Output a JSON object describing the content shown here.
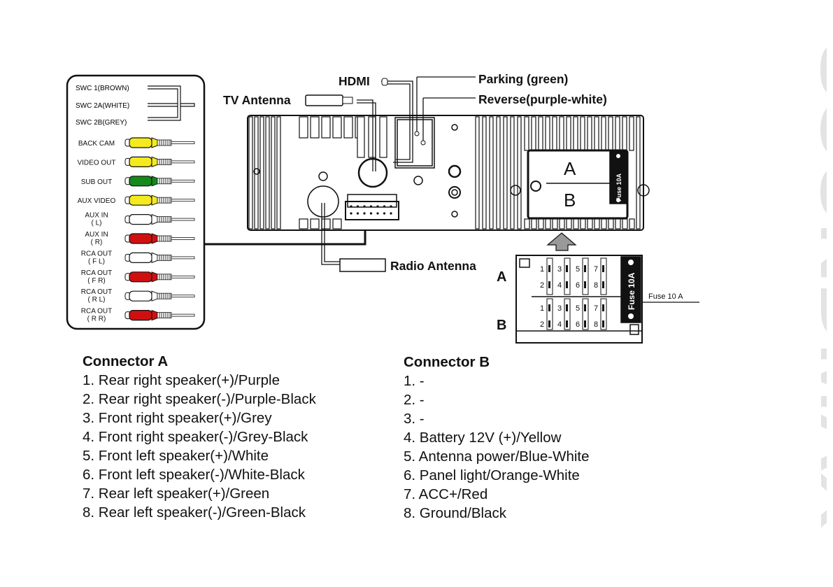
{
  "brand": {
    "name": "SOUNDMAX",
    "color": "#e3e3e3"
  },
  "rca_panel": {
    "swc": [
      {
        "label": "SWC 1(BROWN)"
      },
      {
        "label": "SWC 2A(WHITE)"
      },
      {
        "label": "SWC 2B(GREY)"
      }
    ],
    "rca": [
      {
        "label1": "BACK CAM",
        "label2": "",
        "color": "#f5ea1f"
      },
      {
        "label1": "VIDEO OUT",
        "label2": "",
        "color": "#f5ea1f"
      },
      {
        "label1": "SUB OUT",
        "label2": "",
        "color": "#138a1a"
      },
      {
        "label1": "AUX VIDEO",
        "label2": "",
        "color": "#f5ea1f"
      },
      {
        "label1": "AUX IN",
        "label2": "( L)",
        "color": "#ffffff"
      },
      {
        "label1": "AUX IN",
        "label2": "( R)",
        "color": "#d01010"
      },
      {
        "label1": "RCA OUT",
        "label2": "( F L)",
        "color": "#ffffff"
      },
      {
        "label1": "RCA OUT",
        "label2": "( F R)",
        "color": "#d01010"
      },
      {
        "label1": "RCA OUT",
        "label2": "( R L)",
        "color": "#ffffff"
      },
      {
        "label1": "RCA OUT",
        "label2": "( R R)",
        "color": "#d01010"
      }
    ]
  },
  "callouts": {
    "hdmi": "HDMI",
    "tv_antenna": "TV Antenna",
    "parking": "Parking (green)",
    "reverse": "Reverse(purple-white)",
    "radio_antenna": "Radio Antenna",
    "fuse_side": "Fuse 10 A"
  },
  "iso_connector": {
    "block_a": "A",
    "block_b": "B",
    "fuse_label": "Fuse 10A",
    "pins_top": [
      "1",
      "3",
      "5",
      "7"
    ],
    "pins_bottom": [
      "2",
      "4",
      "6",
      "8"
    ]
  },
  "connector_a": {
    "title": "Connector A",
    "items": [
      "1. Rear right speaker(+)/Purple",
      "2. Rear right speaker(-)/Purple-Black",
      "3. Front right speaker(+)/Grey",
      "4. Front right speaker(-)/Grey-Black",
      "5. Front left speaker(+)/White",
      "6. Front left speaker(-)/White-Black",
      "7. Rear left speaker(+)/Green",
      "8. Rear left speaker(-)/Green-Black"
    ]
  },
  "connector_b": {
    "title": "Connector B",
    "items": [
      "1. -",
      "2. -",
      "3. -",
      "4. Battery 12V (+)/Yellow",
      "5. Antenna power/Blue-White",
      "6. Panel light/Orange-White",
      "7. ACC+/Red",
      "8. Ground/Black"
    ]
  }
}
